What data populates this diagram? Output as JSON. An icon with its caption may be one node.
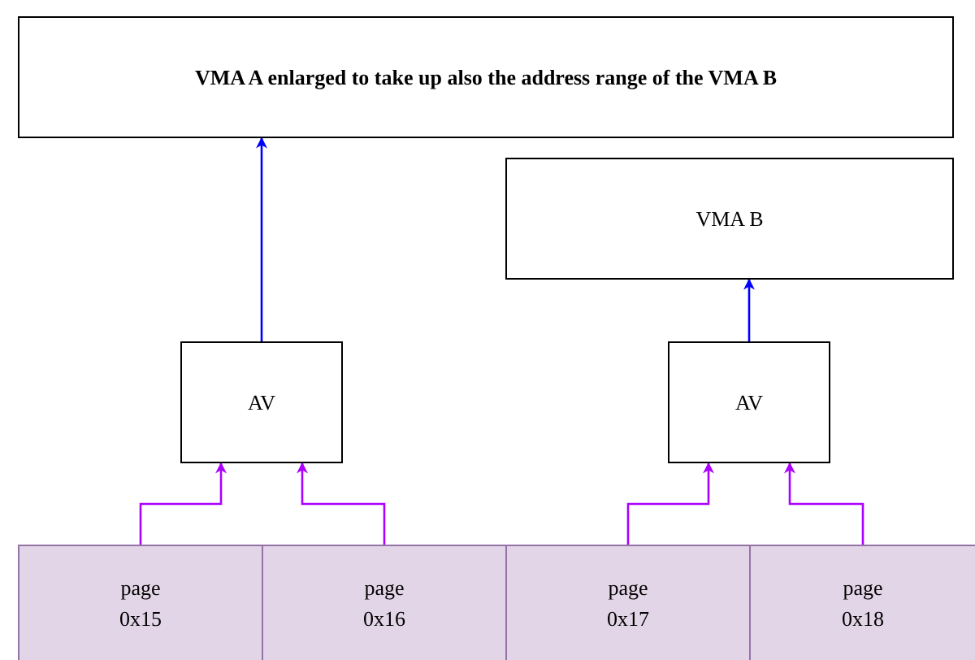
{
  "diagram": {
    "nodes": [
      {
        "text": [
          "VMA A enlarged to take up also the address range of the VMA B"
        ]
      },
      {
        "text": [
          "VMA B"
        ]
      },
      {
        "text": [
          "AV"
        ]
      },
      {
        "text": [
          "AV"
        ]
      },
      {
        "text": [
          "page 0x15"
        ]
      },
      {
        "text": [
          "page 0x16"
        ]
      },
      {
        "text": [
          "page 0x17"
        ]
      },
      {
        "text": [
          "page 0x18"
        ]
      }
    ],
    "edges": [
      {
        "from": 2,
        "to": 0,
        "arrow": "to",
        "color": "#0000ff"
      },
      {
        "from": 3,
        "to": 1,
        "arrow": "to",
        "color": "#0000ff"
      },
      {
        "from": 4,
        "to": 2,
        "arrow": "to"
      },
      {
        "from": 5,
        "to": 2,
        "arrow": "to"
      },
      {
        "from": 6,
        "to": 3,
        "arrow": "to"
      },
      {
        "from": 7,
        "to": 3,
        "arrow": "to"
      }
    ]
  }
}
